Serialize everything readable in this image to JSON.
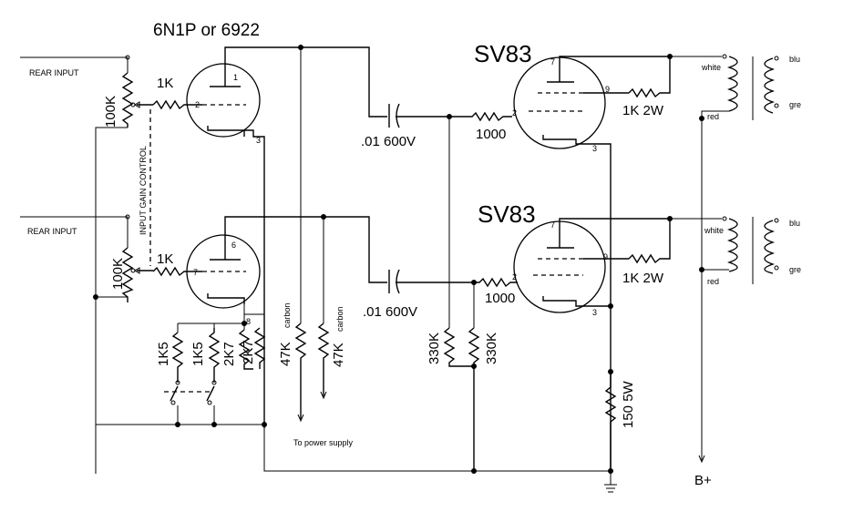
{
  "tubes": {
    "driver_label": "6N1P or 6922",
    "output_label_top": "SV83",
    "output_label_bottom": "SV83"
  },
  "inputs": {
    "top": "REAR INPUT",
    "bottom": "REAR INPUT"
  },
  "pots": {
    "top": "100K",
    "bottom": "100K",
    "gain_control": "INPUT GAIN CONTROL"
  },
  "grid_resistors": {
    "top": "1K",
    "bottom": "1K"
  },
  "cathode_resistors": [
    "1K5",
    "1K5",
    "2K7",
    "2K7"
  ],
  "plate_loads": {
    "left": "47K",
    "right": "47K",
    "type": "carbon"
  },
  "coupling_caps": {
    "top": ".01  600V",
    "bottom": ".01  600V"
  },
  "output_grid_resistors": {
    "top": "1000",
    "bottom": "1000"
  },
  "grid_leaks": [
    "330K",
    "330K"
  ],
  "screen_resistors": {
    "top": "1K  2W",
    "bottom": "1K  2W"
  },
  "cathode_bias": "150  5W",
  "power_supply_label": "To power supply",
  "b_plus": "B+",
  "transformer_wires": {
    "white": "white",
    "red": "red",
    "blue": "blu",
    "green": "gre"
  },
  "pins": {
    "driver_top": [
      "1",
      "2",
      "3"
    ],
    "driver_bottom": [
      "6",
      "7",
      "8"
    ],
    "output": [
      "7",
      "9",
      "2",
      "3"
    ]
  }
}
